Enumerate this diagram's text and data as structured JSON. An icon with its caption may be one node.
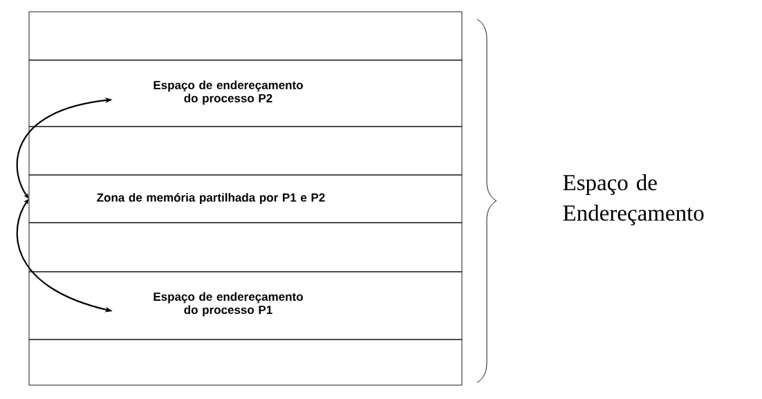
{
  "diagram": {
    "nodes": [
      {
        "text": [],
        "shape": "box"
      },
      {
        "text": [
          "Espaço de endereçamento do processo P2"
        ]
      },
      {
        "text": [],
        "shape": "box"
      },
      {
        "text": [
          "Zona de memória partilhada por P1 e P2"
        ]
      },
      {
        "text": [],
        "shape": "box"
      },
      {
        "text": [
          "Espaço de endereçamento do processo P1"
        ]
      },
      {
        "text": [],
        "shape": "box"
      }
    ],
    "edges": [
      {
        "from": 3,
        "to": 1,
        "arrow": "both"
      },
      {
        "from": 3,
        "to": 5,
        "arrow": "both"
      }
    ],
    "labels": [
      "Espaço de Endereçamento"
    ]
  }
}
